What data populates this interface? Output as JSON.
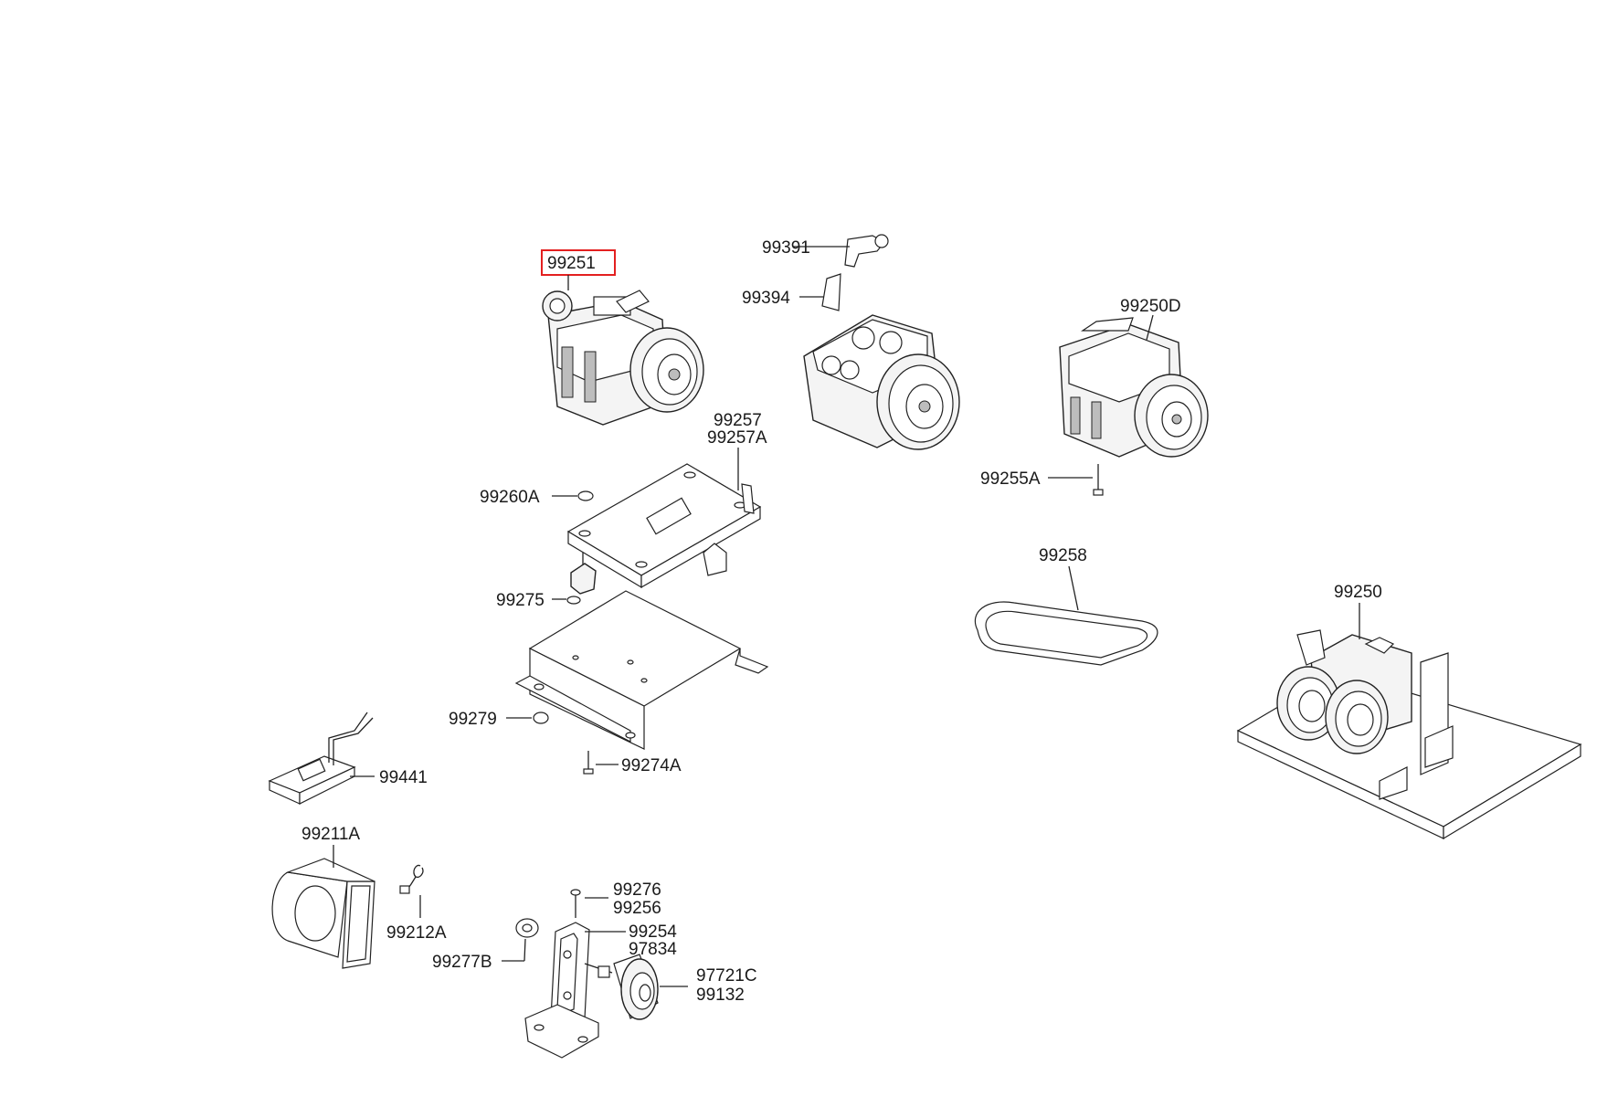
{
  "highlight_color": "#e32020",
  "highlighted_part": "99251",
  "labels": {
    "p99251": "99251",
    "p99391": "99391",
    "p99394": "99394",
    "p99250D": "99250D",
    "p99257": "99257",
    "p99257A": "99257A",
    "p99260A": "99260A",
    "p99255A": "99255A",
    "p99258": "99258",
    "p99250": "99250",
    "p99275": "99275",
    "p99279": "99279",
    "p99274A": "99274A",
    "p99441": "99441",
    "p99211A": "99211A",
    "p99212A": "99212A",
    "p99276": "99276",
    "p99256": "99256",
    "p99254": "99254",
    "p97834": "97834",
    "p99277B": "99277B",
    "p97721C": "97721C",
    "p99132": "99132"
  }
}
